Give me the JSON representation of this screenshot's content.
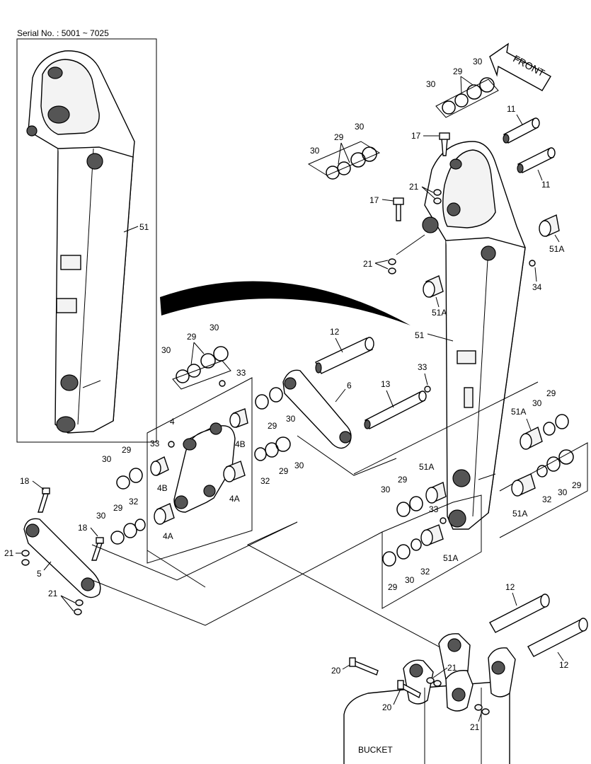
{
  "header": {
    "serial_text": "Serial No. : 5001 ~ 7025"
  },
  "direction_arrow": {
    "text": "FRONT",
    "icon": "front-direction-arrow-icon"
  },
  "bucket_label": "BUCKET",
  "part_callouts": {
    "p51_inset": "51",
    "p30_a": "30",
    "p29_a": "29",
    "p30_b": "30",
    "p30_c": "30",
    "p29_c": "29",
    "p30_d": "30",
    "p17_top": "17",
    "p21_top": "21",
    "p17_mid": "17",
    "p21_mid": "21",
    "p11_a": "11",
    "p11_b": "11",
    "p51A_a": "51A",
    "p34": "34",
    "p51A_b": "51A",
    "p51_main": "51",
    "p30_e": "30",
    "p29_e": "29",
    "p30_f": "30",
    "p12_mid": "12",
    "p6": "6",
    "p33_a": "33",
    "p13": "13",
    "p33_b": "33",
    "p4": "4",
    "p33_c": "33",
    "p4B_a": "4B",
    "p4B_b": "4B",
    "p29_f": "29",
    "p30_g": "30",
    "p29_g": "29",
    "p30_h": "30",
    "p32_a": "32",
    "p4A_a": "4A",
    "p4A_b": "4A",
    "p30_i": "30",
    "p29_i": "29",
    "p32_b": "32",
    "p30_j": "30",
    "p29_j": "29",
    "p18_a": "18",
    "p18_b": "18",
    "p21_l1": "21",
    "p5": "5",
    "p21_l2": "21",
    "p51A_c": "51A",
    "p30_k": "30",
    "p29_k": "29",
    "p29_l": "29",
    "p30_l": "30",
    "p33_d": "33",
    "p51A_d": "51A",
    "p29_m": "29",
    "p51A_e": "51A",
    "p32_c": "32",
    "p30_m": "30",
    "p29_n": "29",
    "p30_n": "30",
    "p32_d": "32",
    "p51A_f": "51A",
    "p12_bot": "12",
    "p12_bot2": "12",
    "p20_a": "20",
    "p21_b1": "21",
    "p20_b": "20",
    "p21_b2": "21"
  }
}
